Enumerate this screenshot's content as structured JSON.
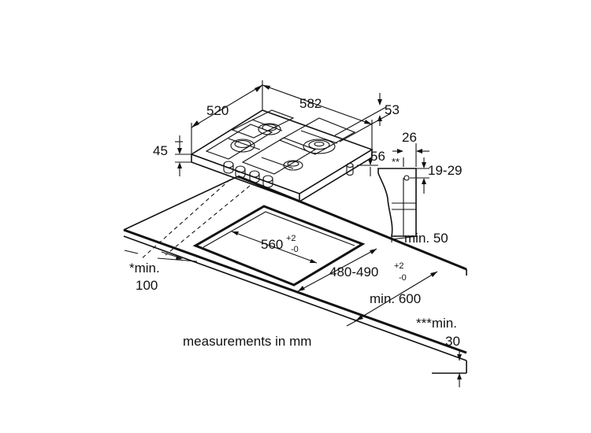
{
  "labels": {
    "width_depth": "520",
    "width_overall": "582",
    "right_offset": "53",
    "height_hob": "45",
    "right_gap": "56",
    "cutout_width": "560",
    "cutout_width_tol_plus": "+2",
    "cutout_width_tol_minus": "-0",
    "cutout_depth": "480-490",
    "cutout_depth_tol_plus": "+2",
    "cutout_depth_tol_minus": "-0",
    "min_600": "min. 600",
    "min_50": "min. 50",
    "bracket_26": "26",
    "bracket_stars": "**",
    "bracket_range": "19-29",
    "front_min_1": "*min.",
    "front_min_2": "100",
    "wall_min_1": "***min.",
    "wall_min_2": "30",
    "units_note": "measurements in mm"
  }
}
